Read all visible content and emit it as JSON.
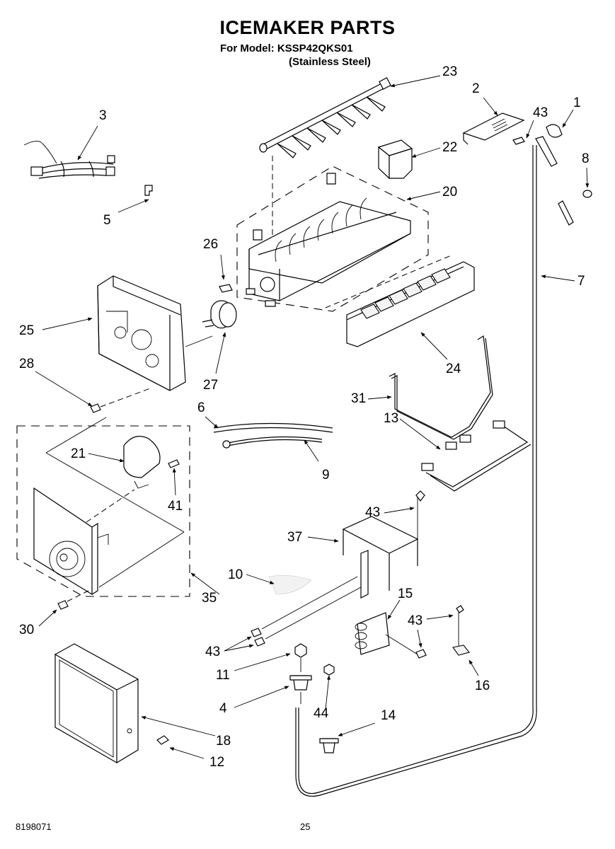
{
  "header": {
    "title": "ICEMAKER PARTS",
    "model_line": "For Model: KSSP42QKS01",
    "finish_line": "(Stainless Steel)"
  },
  "footer": {
    "document_number": "8198071",
    "page_number": "25"
  },
  "callouts": [
    {
      "id": "c1",
      "label": "1",
      "part": "fill-cup-inlet"
    },
    {
      "id": "c2",
      "label": "2",
      "part": "shield-cover"
    },
    {
      "id": "c3",
      "label": "3",
      "part": "wire-harness"
    },
    {
      "id": "c4",
      "label": "4",
      "part": "valve-fitting"
    },
    {
      "id": "c5",
      "label": "5",
      "part": "harness-clip"
    },
    {
      "id": "c6",
      "label": "6",
      "part": "fill-tube"
    },
    {
      "id": "c7",
      "label": "7",
      "part": "water-tube"
    },
    {
      "id": "c8",
      "label": "8",
      "part": "washer"
    },
    {
      "id": "c9",
      "label": "9",
      "part": "tube-with-nut"
    },
    {
      "id": "c10",
      "label": "10",
      "part": "heater"
    },
    {
      "id": "c11",
      "label": "11",
      "part": "nut"
    },
    {
      "id": "c12",
      "label": "12",
      "part": "plug"
    },
    {
      "id": "c13",
      "label": "13",
      "part": "icemaker-harness"
    },
    {
      "id": "c14",
      "label": "14",
      "part": "fitting"
    },
    {
      "id": "c15",
      "label": "15",
      "part": "tube-clamp-bracket"
    },
    {
      "id": "c16",
      "label": "16",
      "part": "clamp"
    },
    {
      "id": "c18",
      "label": "18",
      "part": "cover-box"
    },
    {
      "id": "c20",
      "label": "20",
      "part": "icemaker-mold"
    },
    {
      "id": "c21",
      "label": "21",
      "part": "motor"
    },
    {
      "id": "c22",
      "label": "22",
      "part": "fill-cup"
    },
    {
      "id": "c23",
      "label": "23",
      "part": "ejector"
    },
    {
      "id": "c24",
      "label": "24",
      "part": "stripper"
    },
    {
      "id": "c25",
      "label": "25",
      "part": "control-housing"
    },
    {
      "id": "c26",
      "label": "26",
      "part": "thermostat-clip"
    },
    {
      "id": "c27",
      "label": "27",
      "part": "thermostat"
    },
    {
      "id": "c28",
      "label": "28",
      "part": "screw"
    },
    {
      "id": "c30",
      "label": "30",
      "part": "screw"
    },
    {
      "id": "c31",
      "label": "31",
      "part": "shutoff-arm"
    },
    {
      "id": "c35",
      "label": "35",
      "part": "module-assembly"
    },
    {
      "id": "c37",
      "label": "37",
      "part": "mounting-bracket"
    },
    {
      "id": "c41",
      "label": "41",
      "part": "screw"
    },
    {
      "id": "c43a",
      "label": "43",
      "part": "screw"
    },
    {
      "id": "c43b",
      "label": "43",
      "part": "screw"
    },
    {
      "id": "c43c",
      "label": "43",
      "part": "screw"
    },
    {
      "id": "c43d",
      "label": "43",
      "part": "screw"
    },
    {
      "id": "c44",
      "label": "44",
      "part": "nut"
    }
  ]
}
